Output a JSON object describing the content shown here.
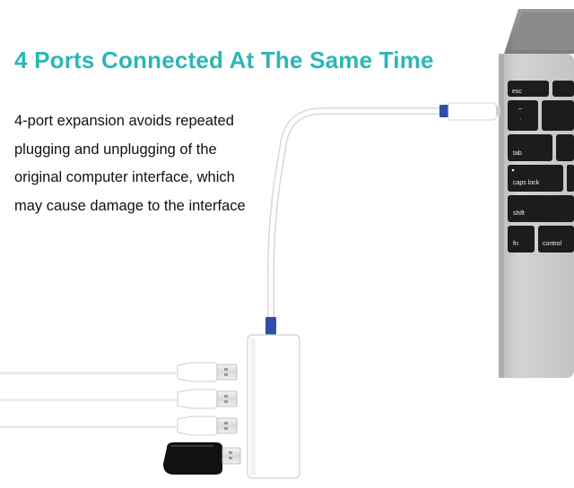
{
  "headline": "4 Ports Connected At The Same Time",
  "description_lines": [
    "4-port expansion avoids repeated",
    "plugging and unplugging of the",
    "original computer interface, which",
    "may cause damage to the interface"
  ],
  "keyboard_keys": {
    "esc": "esc",
    "tilde": "~",
    "backtick": "`",
    "tab": "tab",
    "caps_lock": "caps lock",
    "shift": "shift",
    "fn": "fn",
    "control": "control"
  },
  "colors": {
    "headline": "#2bb7b5",
    "cable": "#ffffff",
    "connector_accent": "#2d4fa6",
    "laptop_body": "#c8c8c8",
    "key": "#1c1c1c"
  },
  "icons": [
    "laptop-illustration",
    "usb-c-connector",
    "usb-hub",
    "usb-a-plug",
    "usb-flash-drive"
  ]
}
